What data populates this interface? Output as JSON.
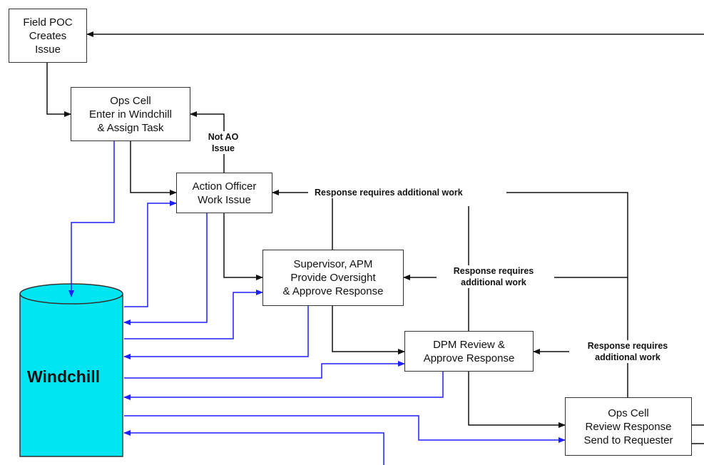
{
  "nodes": {
    "field_poc": [
      "Field POC",
      "Creates",
      "Issue"
    ],
    "ops_cell_enter": [
      "Ops Cell",
      "Enter in Windchill",
      "& Assign Task"
    ],
    "action_officer": [
      "Action Officer",
      "Work Issue"
    ],
    "supervisor": [
      "Supervisor, APM",
      "Provide Oversight",
      "& Approve Response"
    ],
    "dpm": [
      "DPM Review &",
      "Approve Response"
    ],
    "ops_cell_review": [
      "Ops Cell",
      "Review Response",
      "Send to Requester"
    ]
  },
  "database": {
    "label": "Windchill",
    "fill": "#00e5f2"
  },
  "notes": {
    "not_ao": [
      "Not AO",
      "Issue"
    ],
    "resp1": [
      "Response requires additional work"
    ],
    "resp2": [
      "Response requires",
      "additional work"
    ],
    "resp3": [
      "Response requires",
      "additional work"
    ]
  },
  "colors": {
    "flow": "#111111",
    "data_link": "#1f1fff"
  }
}
